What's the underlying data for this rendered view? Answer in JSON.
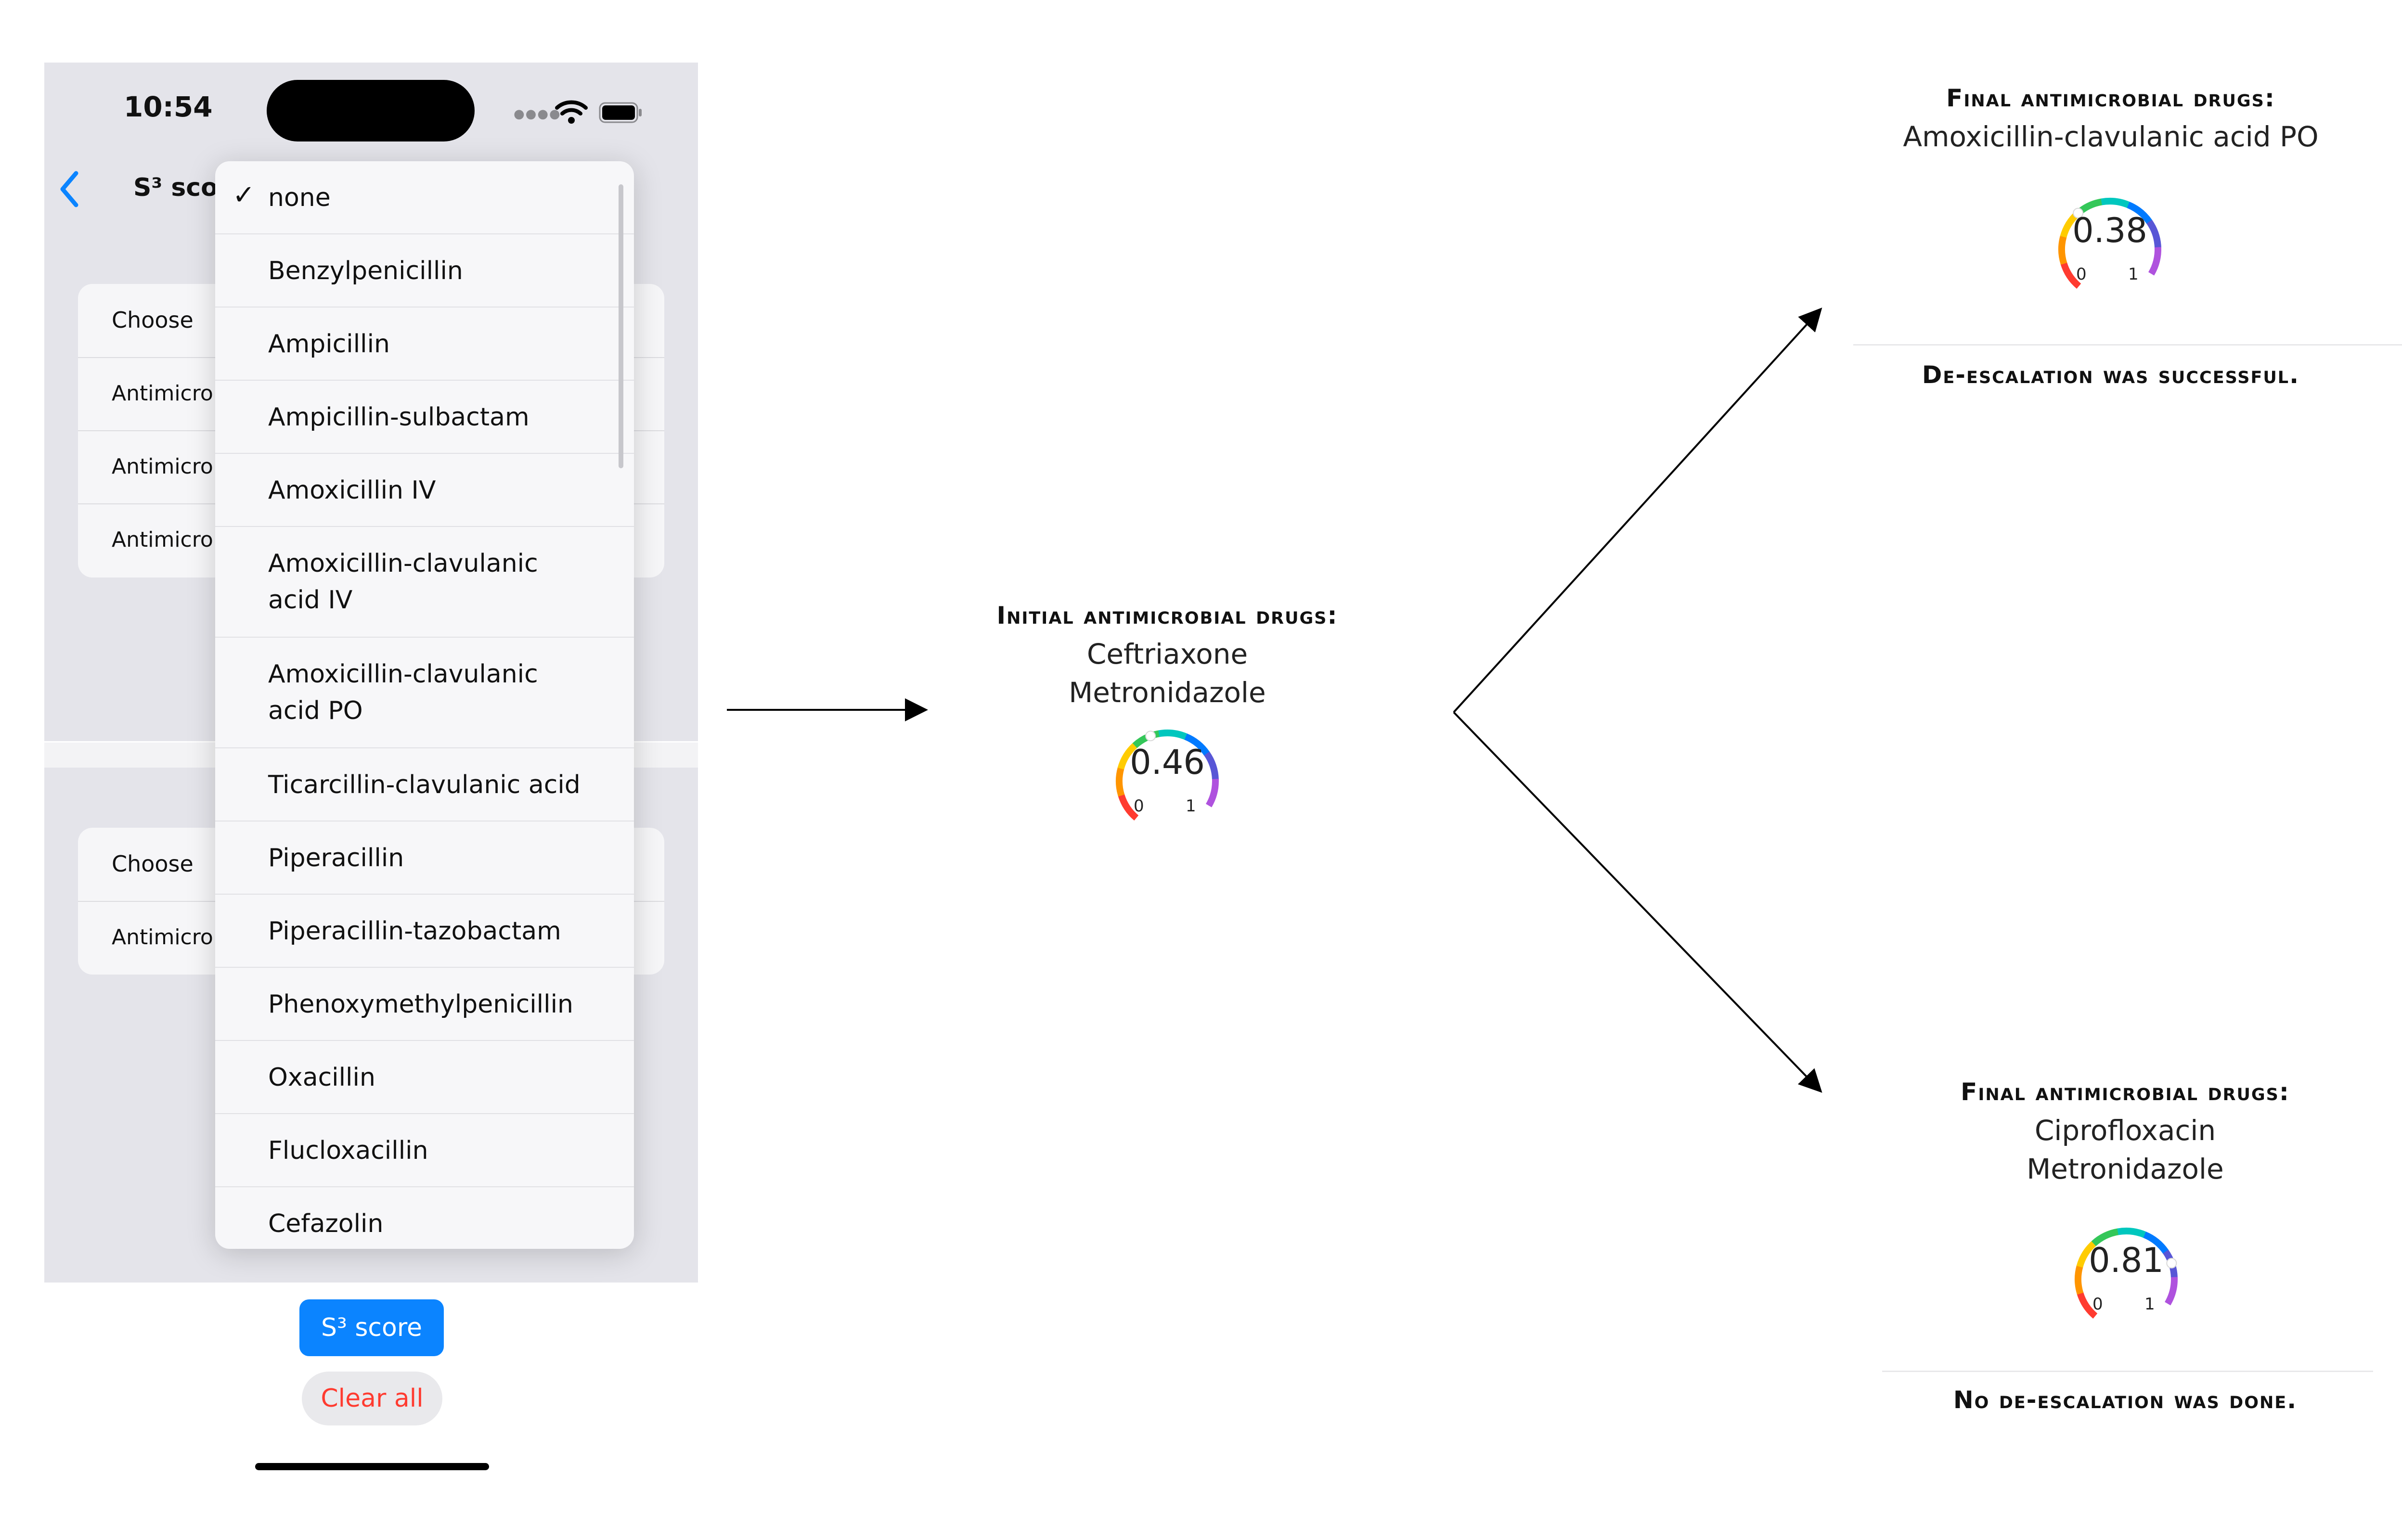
{
  "phone": {
    "status_time": "10:54",
    "nav_title": "S³ sco",
    "card1": {
      "header": "Choose",
      "rows": [
        "Antimicro",
        "Antimicro",
        "Antimicro"
      ]
    },
    "card2": {
      "header": "Choose",
      "rows": [
        "Antimicro"
      ]
    },
    "score_button": "S³ score",
    "clear_button": "Clear all",
    "colors": {
      "accent": "#0B84FF",
      "destructive": "#FF3B30"
    }
  },
  "dropdown": {
    "selected": "none",
    "items": [
      "none",
      "Benzylpenicillin",
      "Ampicillin",
      "Ampicillin-sulbactam",
      "Amoxicillin IV",
      "Amoxicillin-clavulanic acid IV",
      "Amoxicillin-clavulanic acid PO",
      "Ticarcillin-clavulanic acid",
      "Piperacillin",
      "Piperacillin-tazobactam",
      "Phenoxymethylpenicillin",
      "Oxacillin",
      "Flucloxacillin",
      "Cefazolin"
    ]
  },
  "initial": {
    "heading": "Initial antimicrobial drugs:",
    "drugs": [
      "Ceftriaxone",
      "Metronidazole"
    ],
    "gauge": {
      "value": "0.46",
      "min": "0",
      "max": "1",
      "level": 0.46
    }
  },
  "final_top": {
    "heading": "Final antimicrobial drugs:",
    "drugs": [
      "Amoxicillin-clavulanic acid PO"
    ],
    "gauge": {
      "value": "0.38",
      "min": "0",
      "max": "1",
      "level": 0.38
    },
    "result": "De-escalation was successful."
  },
  "final_bottom": {
    "heading": "Final antimicrobial drugs:",
    "drugs": [
      "Ciprofloxacin",
      "Metronidazole"
    ],
    "gauge": {
      "value": "0.81",
      "min": "0",
      "max": "1",
      "level": 0.81
    },
    "result": "No de-escalation was done."
  }
}
